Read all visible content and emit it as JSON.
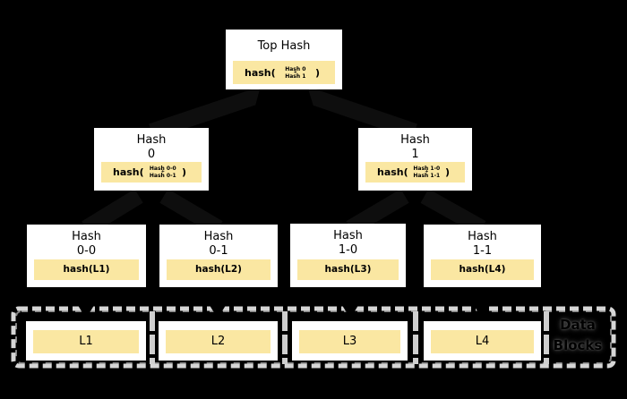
{
  "diagram": {
    "type": "merkle-hash-tree",
    "background": "#000000",
    "colors": {
      "node_bg": "#ffffff",
      "label_bg": "#fae7a2",
      "text": "#000000",
      "dashed_border": "#d6d6d6",
      "divider": "#cfcfcf",
      "ghost_arrow": "#0e0e0e",
      "arrowhead": "#000000"
    },
    "nodes": {
      "top": {
        "title": "Top Hash",
        "fn": "hash(",
        "arg_top": "Hash 0",
        "plus": "+",
        "arg_bottom": "Hash 1",
        "close": ")"
      },
      "h0": {
        "title1": "Hash",
        "title2": "0",
        "fn": "hash(",
        "arg_top": "Hash 0-0",
        "plus": "+",
        "arg_bottom": "Hash 0-1",
        "close": ")"
      },
      "h1": {
        "title1": "Hash",
        "title2": "1",
        "fn": "hash(",
        "arg_top": "Hash 1-0",
        "plus": "+",
        "arg_bottom": "Hash 1-1",
        "close": ")"
      },
      "h00": {
        "title1": "Hash",
        "title2": "0-0",
        "label": "hash(L1)"
      },
      "h01": {
        "title1": "Hash",
        "title2": "0-1",
        "label": "hash(L2)"
      },
      "h10": {
        "title1": "Hash",
        "title2": "1-0",
        "label": "hash(L3)"
      },
      "h11": {
        "title1": "Hash",
        "title2": "1-1",
        "label": "hash(L4)"
      }
    },
    "leaves": {
      "l1": {
        "label": "L1"
      },
      "l2": {
        "label": "L2"
      },
      "l3": {
        "label": "L3"
      },
      "l4": {
        "label": "L4"
      }
    },
    "data_blocks": {
      "line1": "Data",
      "line2": "Blocks"
    }
  }
}
